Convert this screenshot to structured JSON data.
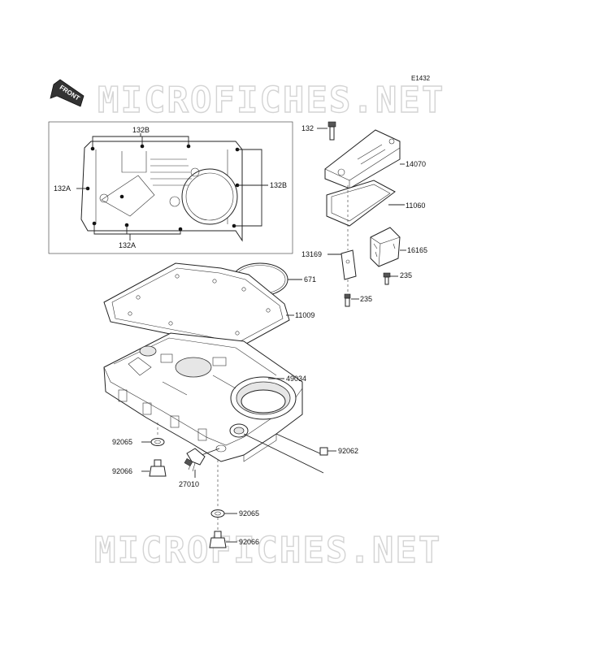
{
  "diagram": {
    "ref_code": "E1432",
    "front_label": "FRONT",
    "watermark": "MICROFICHES.NET",
    "callouts": [
      {
        "id": "c132b_top",
        "label": "132B"
      },
      {
        "id": "c132b_right",
        "label": "132B"
      },
      {
        "id": "c132a_left",
        "label": "132A"
      },
      {
        "id": "c132a_bottom",
        "label": "132A"
      },
      {
        "id": "c132",
        "label": "132"
      },
      {
        "id": "c14070",
        "label": "14070"
      },
      {
        "id": "c11060",
        "label": "11060"
      },
      {
        "id": "c13169",
        "label": "13169"
      },
      {
        "id": "c16165",
        "label": "16165"
      },
      {
        "id": "c235_a",
        "label": "235"
      },
      {
        "id": "c235_b",
        "label": "235"
      },
      {
        "id": "c671",
        "label": "671"
      },
      {
        "id": "c11009",
        "label": "11009"
      },
      {
        "id": "c49034",
        "label": "49034"
      },
      {
        "id": "c92062",
        "label": "92062"
      },
      {
        "id": "c92065_a",
        "label": "92065"
      },
      {
        "id": "c92066_a",
        "label": "92066"
      },
      {
        "id": "c27010",
        "label": "27010"
      },
      {
        "id": "c92065_b",
        "label": "92065"
      },
      {
        "id": "c92066_b",
        "label": "92066"
      }
    ]
  }
}
